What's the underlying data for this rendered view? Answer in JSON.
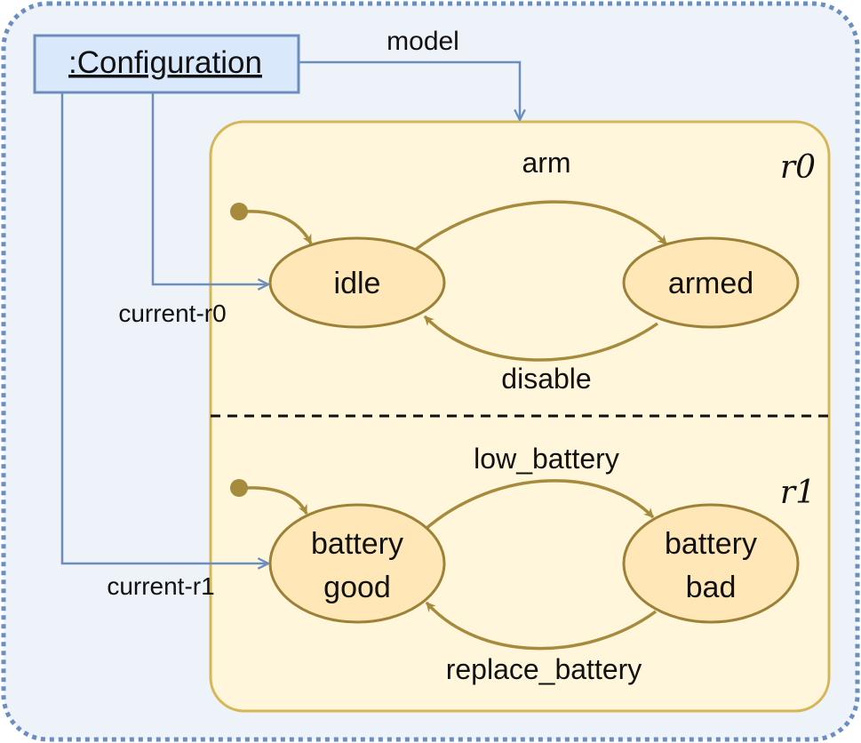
{
  "configuration": {
    "label": ":Configuration",
    "links": {
      "model": "model",
      "current_r0": "current-r0",
      "current_r1": "current-r1"
    }
  },
  "regions": [
    {
      "name": "r0",
      "states": [
        {
          "id": "idle",
          "lines": [
            "idle"
          ]
        },
        {
          "id": "armed",
          "lines": [
            "armed"
          ]
        }
      ],
      "transitions": [
        {
          "label": "arm"
        },
        {
          "label": "disable"
        }
      ]
    },
    {
      "name": "r1",
      "states": [
        {
          "id": "battery-good",
          "lines": [
            "battery",
            "good"
          ]
        },
        {
          "id": "battery-bad",
          "lines": [
            "battery",
            "bad"
          ]
        }
      ],
      "transitions": [
        {
          "label": "low_battery"
        },
        {
          "label": "replace_battery"
        }
      ]
    }
  ],
  "colors": {
    "outer_fill": "#eef3fa",
    "outer_border": "#6c8ebf",
    "config_fill": "#dae8fc",
    "config_border": "#6c8ebf",
    "link_color": "#6c8ebf",
    "machine_fill": "#fff6dc",
    "machine_border": "#d6b656",
    "state_fill": "#ffe7b8",
    "state_border": "#9c8137",
    "arrow_color": "#a68b3c"
  }
}
